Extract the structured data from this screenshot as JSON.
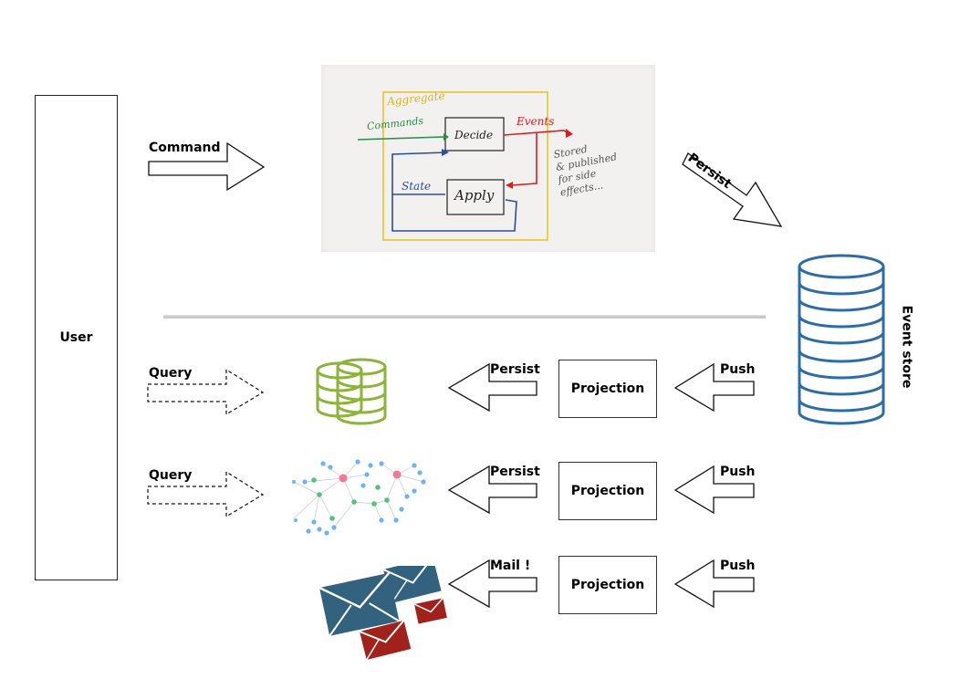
{
  "user": {
    "label": "User"
  },
  "command": {
    "label": "Command"
  },
  "persist_main": {
    "label": "Persist"
  },
  "event_store": {
    "label": "Event store"
  },
  "sketch": {
    "aggregate": "Aggregate",
    "commands": "Commands",
    "decide": "Decide",
    "events": "Events",
    "state": "State",
    "apply": "Apply",
    "stored_line1": "Stored",
    "stored_line2": "& published",
    "stored_line3": "for side",
    "stored_line4": "effects..."
  },
  "rows": [
    {
      "query": "Query",
      "persist": "Persist",
      "projection": "Projection",
      "push": "Push"
    },
    {
      "query": "Query",
      "persist": "Persist",
      "projection": "Projection",
      "push": "Push"
    },
    {
      "action": "Mail !",
      "projection": "Projection",
      "push": "Push"
    }
  ],
  "colors": {
    "store_blue": "#2e6da4",
    "db_green": "#8cb33a",
    "mail_blue": "#33627f",
    "mail_red": "#a0221a",
    "aggregate_yellow": "#e7c52b",
    "events_red": "#d42020",
    "commands_green": "#2b8a4a",
    "state_blue": "#2a4e9a"
  },
  "icons": [
    "database-green-icon",
    "graph-network-icon",
    "mail-envelopes-icon",
    "event-store-cylinder-icon"
  ]
}
